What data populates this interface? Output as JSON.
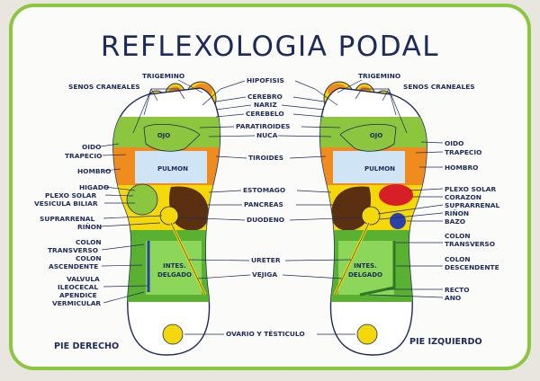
{
  "title": "REFLEXOLOGIA PODAL",
  "colors": {
    "border": "#8cc63f",
    "title": "#1d2a5a",
    "green": "#5ab030",
    "yellow": "#f5d80a",
    "orange": "#f08c1e",
    "blue": "#2d3fa8",
    "red": "#d61f26",
    "brown": "#5a3010",
    "lightblue": "#cfe4f5"
  },
  "feet": {
    "right_caption": "PIE DERECHO",
    "left_caption": "PIE IZQUIERDO",
    "inner_labels": {
      "ojo": "OJO",
      "pulmon": "PULMON",
      "intes": "INTES.",
      "delgado": "DELGADO"
    }
  },
  "labels": {
    "left": [
      "TRIGEMINO",
      "SENOS CRANEALES",
      "OIDO",
      "TRAPECIO",
      "HOMBRO",
      "HIGADO",
      "PLEXO SOLAR",
      "VESICULA BILIAR",
      "SUPRARRENAL",
      "RIÑON",
      "COLON",
      "TRANSVERSO",
      "COLON",
      "ASCENDENTE",
      "VALVULA",
      "ILEOCECAL",
      "APENDICE",
      "VERMICULAR"
    ],
    "center": [
      "HIPOFISIS",
      "CEREBRO",
      "NARIZ",
      "CEREBELO",
      "PARATIROIDES",
      "NUCA",
      "TIROIDES",
      "ESTOMAGO",
      "PANCREAS",
      "DUODENO",
      "URETER",
      "VEJIGA",
      "OVARIO Y TÉSTICULO"
    ],
    "right": [
      "TRIGEMINO",
      "SENOS CRANEALES",
      "OIDO",
      "TRAPECIO",
      "HOMBRO",
      "PLEXO SOLAR",
      "CORAZON",
      "SUPRARRENAL",
      "RIÑON",
      "BAZO",
      "COLON",
      "TRANSVERSO",
      "COLON",
      "DESCENDENTE",
      "RECTO",
      "ANO"
    ]
  }
}
